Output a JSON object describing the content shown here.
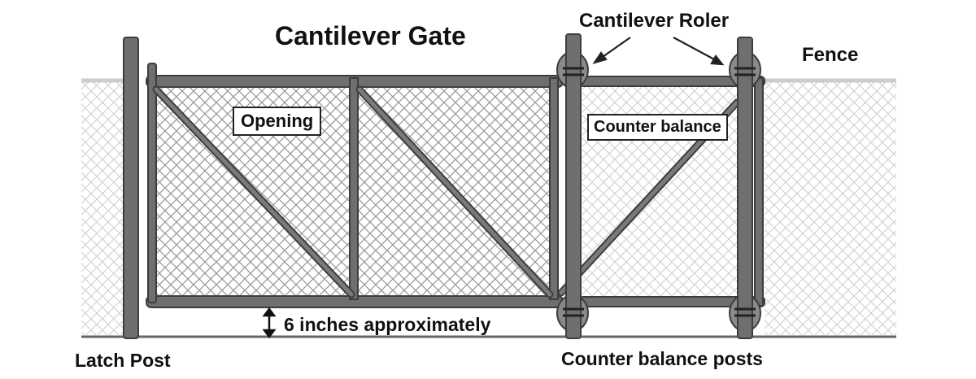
{
  "diagram": {
    "title": "Cantilever Gate",
    "labels": {
      "cantilever_roller": "Cantilever Roler",
      "fence": "Fence",
      "opening": "Opening",
      "counter_balance": "Counter balance",
      "clearance": "6 inches approximately",
      "latch_post": "Latch Post",
      "counter_balance_posts": "Counter balance posts"
    },
    "colors": {
      "frame": "#6f6f6f",
      "frame_edge": "#3d3d3d",
      "mesh": "#9a9a9a",
      "fence_mesh": "#c8c8c8",
      "ground": "#666666"
    }
  }
}
